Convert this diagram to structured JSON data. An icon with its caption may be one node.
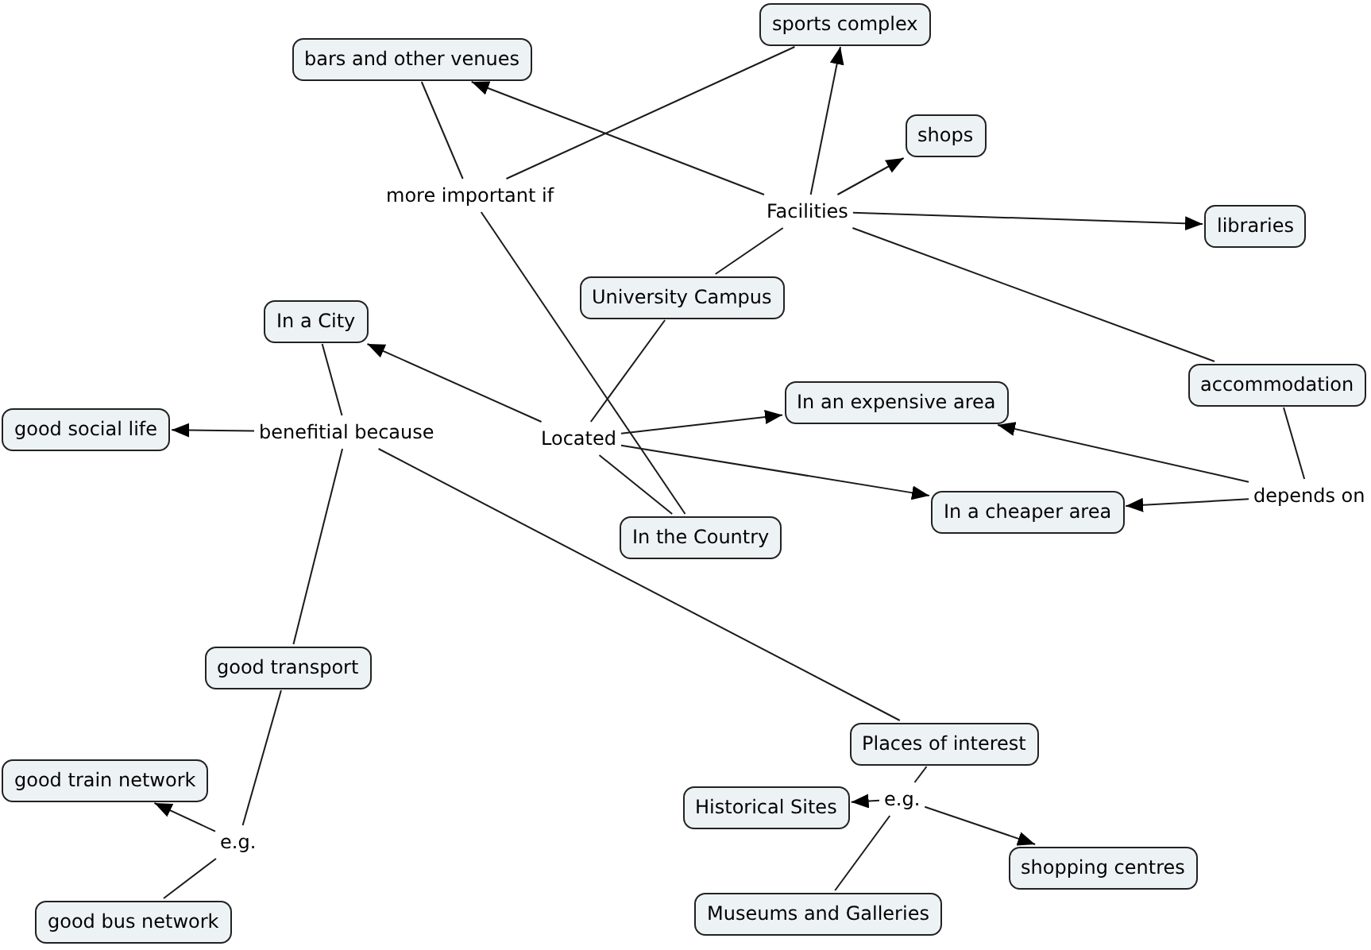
{
  "diagram": {
    "nodes": [
      {
        "text": [
          "sports complex"
        ]
      },
      {
        "text": [
          "bars and other venues"
        ]
      },
      {
        "text": [
          "shops"
        ]
      },
      {
        "text": [
          "more important if"
        ]
      },
      {
        "text": [
          "Facilities"
        ]
      },
      {
        "text": [
          "libraries"
        ]
      },
      {
        "text": [
          "University Campus"
        ]
      },
      {
        "text": [
          "In a City"
        ]
      },
      {
        "text": [
          "accommodation"
        ]
      },
      {
        "text": [
          "In an expensive area"
        ]
      },
      {
        "text": [
          "good social life"
        ]
      },
      {
        "text": [
          "benefitial because"
        ]
      },
      {
        "text": [
          "Located"
        ]
      },
      {
        "text": [
          "depends on"
        ]
      },
      {
        "text": [
          "In a cheaper area"
        ]
      },
      {
        "text": [
          "In the Country"
        ]
      },
      {
        "text": [
          "good transport"
        ]
      },
      {
        "text": [
          "Places of interest"
        ]
      },
      {
        "text": [
          "good train network"
        ]
      },
      {
        "text": [
          "Historical Sites"
        ]
      },
      {
        "text": [
          "e.g."
        ]
      },
      {
        "text": [
          "e.g."
        ]
      },
      {
        "text": [
          "shopping centres"
        ]
      },
      {
        "text": [
          "Museums and Galleries"
        ]
      },
      {
        "text": [
          "good bus network"
        ]
      }
    ],
    "edges": [
      {
        "from": 1,
        "to": 3,
        "arrow": "none"
      },
      {
        "from": 0,
        "to": 3,
        "arrow": "none"
      },
      {
        "from": 3,
        "to": 15,
        "arrow": "none"
      },
      {
        "from": 6,
        "to": 4,
        "arrow": "none"
      },
      {
        "from": 4,
        "to": 0,
        "arrow": "to"
      },
      {
        "from": 4,
        "to": 2,
        "arrow": "to"
      },
      {
        "from": 4,
        "to": 5,
        "arrow": "to"
      },
      {
        "from": 4,
        "to": 1,
        "arrow": "to"
      },
      {
        "from": 8,
        "to": 4,
        "arrow": "none"
      },
      {
        "from": 6,
        "to": 12,
        "arrow": "none"
      },
      {
        "from": 15,
        "to": 12,
        "arrow": "none"
      },
      {
        "from": 12,
        "to": 7,
        "arrow": "to"
      },
      {
        "from": 12,
        "to": 9,
        "arrow": "to"
      },
      {
        "from": 12,
        "to": 14,
        "arrow": "to"
      },
      {
        "from": 7,
        "to": 11,
        "arrow": "none"
      },
      {
        "from": 11,
        "to": 10,
        "arrow": "to"
      },
      {
        "from": 11,
        "to": 16,
        "arrow": "none"
      },
      {
        "from": 11,
        "to": 17,
        "arrow": "none"
      },
      {
        "from": 8,
        "to": 13,
        "arrow": "none"
      },
      {
        "from": 13,
        "to": 9,
        "arrow": "to"
      },
      {
        "from": 13,
        "to": 14,
        "arrow": "to"
      },
      {
        "from": 16,
        "to": 21,
        "arrow": "none"
      },
      {
        "from": 21,
        "to": 18,
        "arrow": "to"
      },
      {
        "from": 21,
        "to": 24,
        "arrow": "none"
      },
      {
        "from": 17,
        "to": 20,
        "arrow": "none"
      },
      {
        "from": 20,
        "to": 19,
        "arrow": "to"
      },
      {
        "from": 20,
        "to": 22,
        "arrow": "to"
      },
      {
        "from": 23,
        "to": 20,
        "arrow": "none"
      }
    ]
  }
}
